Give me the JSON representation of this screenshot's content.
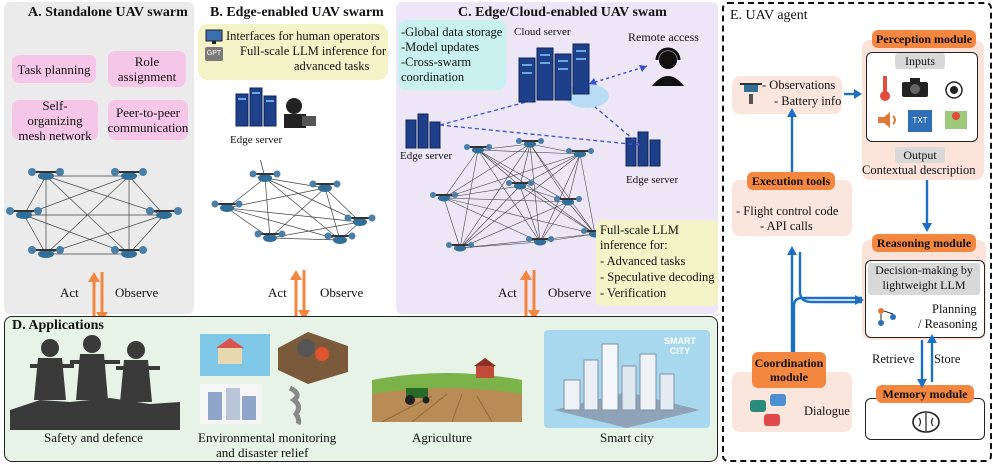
{
  "panelA": {
    "title": "A. Standalone UAV swarm",
    "pills": [
      "Task planning",
      "Role assignment",
      "Self-organizing mesh network",
      "Peer-to-peer communication"
    ],
    "act": "Act",
    "observe": "Observe"
  },
  "panelB": {
    "title": "B. Edge-enabled UAV swarm",
    "callout_line1": "Interfaces for human operators",
    "callout_line2": "Full-scale LLM inference for",
    "callout_line3": "advanced tasks",
    "gpt_badge": "GPT",
    "edge_server": "Edge server",
    "act": "Act",
    "observe": "Observe"
  },
  "panelC": {
    "title": "C. Edge/Cloud-enabled UAV swam",
    "cloud_items": [
      "-Global data storage",
      "-Model updates",
      "-Cross-swarm",
      "coordination"
    ],
    "cloud_server": "Cloud server",
    "remote_access": "Remote access",
    "edge_server_left": "Edge server",
    "edge_server_right": "Edge server",
    "inference_title_1": "Full-scale LLM",
    "inference_title_2": "inference for:",
    "inference_items": [
      "- Advanced tasks",
      "- Speculative decoding",
      "- Verification"
    ],
    "act": "Act",
    "observe": "Observe"
  },
  "panelD": {
    "title": "D. Applications",
    "apps": [
      "Safety and defence",
      "Environmental monitoring",
      "and disaster relief",
      "Agriculture",
      "Smart city"
    ],
    "smart_city_sign": "SMART CITY"
  },
  "panelE": {
    "title": "E. UAV agent",
    "perception": "Perception module",
    "inputs": "Inputs",
    "txt_badge": "TXT",
    "output": "Output",
    "contextual": "Contextual description",
    "observations": "- Observations",
    "battery": "- Battery info",
    "execution": "Execution tools",
    "flight_code": "- Flight control code",
    "api_calls": "- API calls",
    "reasoning": "Reasoning module",
    "decision_1": "Decision-making by",
    "decision_2": "lightweight LLM",
    "planning": "Planning",
    "reasoning_sub": "/ Reasoning",
    "coordination_1": "Coordination",
    "coordination_2": "module",
    "dialogue": "Dialogue",
    "retrieve": "Retrieve",
    "store": "Store",
    "memory": "Memory module"
  },
  "colors": {
    "panelA_bg": "#ebebeb",
    "panelB_bg": "#ffffff",
    "panelC_bg": "#ece6f7",
    "panelD_bg": "#e6f3e6",
    "pill": "#f6c6e8",
    "callout": "#f4f3c8",
    "cloud_box": "#c8f0ee",
    "orange": "#f4873f",
    "blue_arrow": "#1b6fc4",
    "edge_line": "#3a50c8"
  }
}
